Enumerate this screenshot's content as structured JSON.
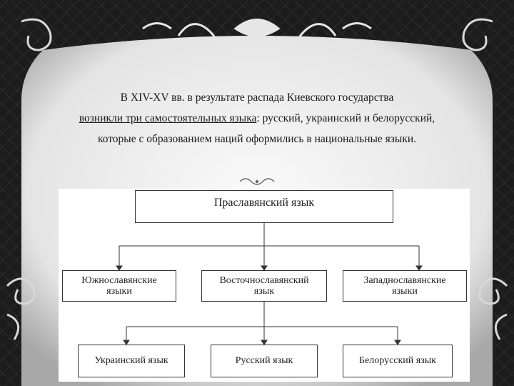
{
  "paragraph": {
    "part1": "В XIV-XV вв. в результате распада Киевского государства",
    "underlined": "возникли три самостоятельных языка",
    "part2": ": русский, украинский и белорусский, которые с образованием наций оформились в национальные языки."
  },
  "diagram": {
    "root": "Праславянский язык",
    "level2": [
      "Южнославянские языки",
      "Восточнославянский язык",
      "Западнославянские языки"
    ],
    "level3": [
      "Украинский язык",
      "Русский язык",
      "Белорусский язык"
    ]
  },
  "icons": {
    "ornament": "baroque-flourish-icon",
    "divider": "swirl-divider-icon"
  },
  "colors": {
    "background": "#1c1c1c",
    "frame": "#e8e8e8",
    "ornament": "#d0d0d0",
    "text": "#1a1a1a"
  }
}
